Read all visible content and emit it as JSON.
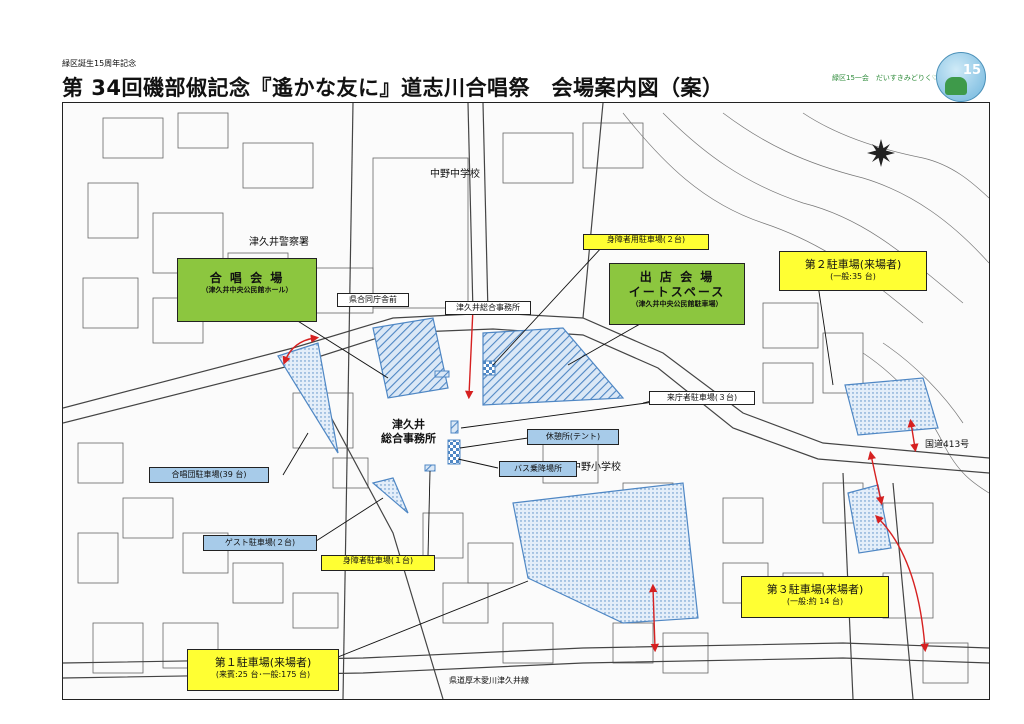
{
  "header": {
    "supertitle": "緑区誕生15周年記念",
    "title": "第 34回磯部俶記念『遙かな友に』道志川合唱祭　会場案内図（案）",
    "logo_text": "緑区15一会　だいすきみどりく♡",
    "logo_number": "15"
  },
  "map": {
    "landmarks": {
      "junior_high": "中野中学校",
      "police": "津久井警察署",
      "elementary": "中野小学校",
      "office": "津久井\n総合事務所",
      "route413": "国道413号",
      "prefectural_road": "県道厚木愛川津久井線"
    },
    "venues": {
      "chorus": {
        "main": "合 唱 会 場",
        "sub": "（津久井中央公民館ホール）"
      },
      "shop": {
        "main": "出 店 会 場",
        "main2": "イートスペース",
        "sub": "（津久井中央公民館駐車場）"
      }
    },
    "parking": {
      "p1": {
        "main": "第１駐車場(来場者)",
        "sub": "(来賓:25 台･一般:175 台)"
      },
      "p2": {
        "main": "第２駐車場(来場者)",
        "sub": "(一般:35 台)"
      },
      "p3": {
        "main": "第３駐車場(来場者)",
        "sub": "(一般:約 14 台)"
      },
      "disabled2": "身障者用駐車場(２台)",
      "disabled1": "身障者駐車場(１台)"
    },
    "blue_labels": {
      "chorus_parking": "合唱団駐車場(39 台)",
      "guest_parking": "ゲスト駐車場(２台)",
      "rest": "休憩所(テント)",
      "bus": "バス乗降場所"
    },
    "white_labels": {
      "prefectural_front": "県合同庁舎前",
      "office_short": "津久井総合事務所",
      "visitor_parking": "来庁者駐車場(３台)"
    },
    "colors": {
      "venue_green": "#8cc63f",
      "parking_yellow": "#ffff33",
      "label_blue": "#a7cbe9",
      "area_blue": "#4f87c4",
      "arrow_red": "#d62020"
    }
  }
}
